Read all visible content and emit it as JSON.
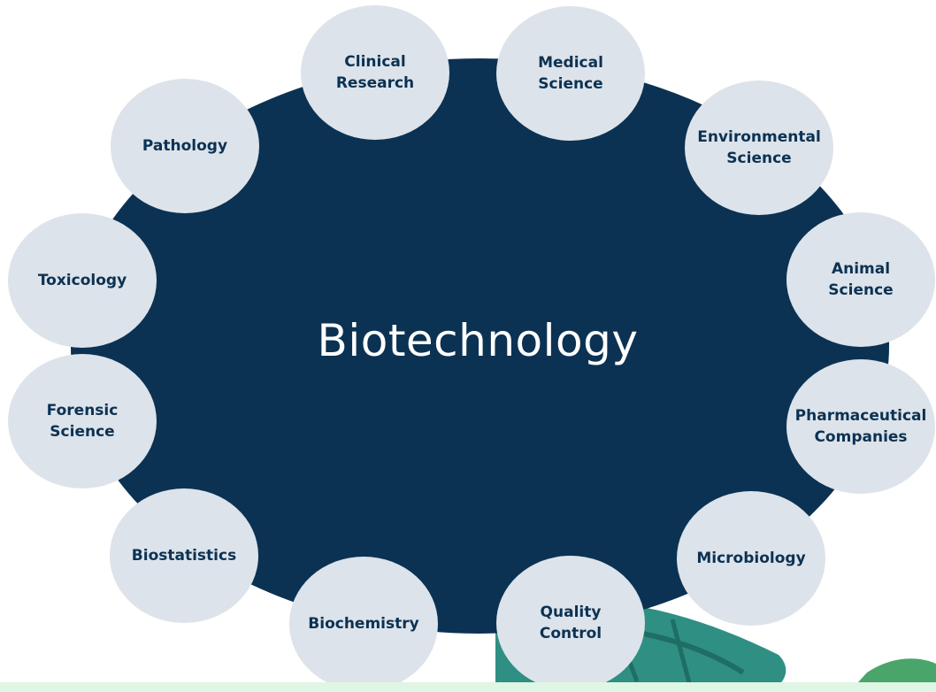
{
  "diagram": {
    "center_label": "Biotechnology",
    "nodes": [
      {
        "label": "Clinical\nResearch"
      },
      {
        "label": "Medical\nScience"
      },
      {
        "label": "Environmental\nScience"
      },
      {
        "label": "Animal\nScience"
      },
      {
        "label": "Pharmaceutical\nCompanies"
      },
      {
        "label": "Microbiology"
      },
      {
        "label": "Quality\nControl"
      },
      {
        "label": "Biochemistry"
      },
      {
        "label": "Biostatistics"
      },
      {
        "label": "Forensic\nScience"
      },
      {
        "label": "Toxicology"
      },
      {
        "label": "Pathology"
      }
    ]
  },
  "colors": {
    "hub": "#0b3253",
    "node_fill": "#dde3ea",
    "node_text": "#0b3253",
    "leaf_decoration": "#2a9d8f",
    "bottom_strip": "#dff6e5"
  }
}
